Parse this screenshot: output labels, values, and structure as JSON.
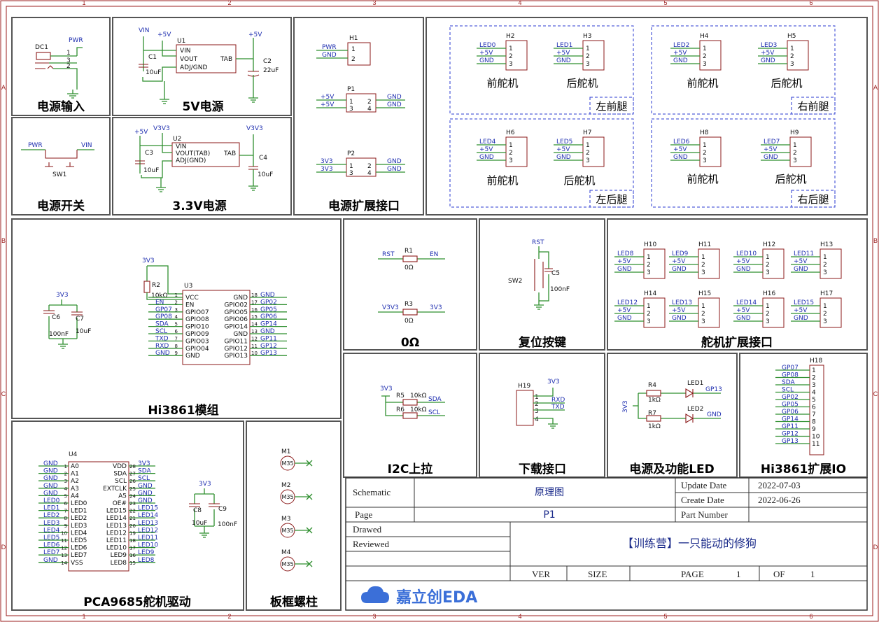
{
  "ruler": {
    "columns": [
      "1",
      "2",
      "3",
      "4",
      "5",
      "6"
    ],
    "rows": [
      "A",
      "B",
      "C",
      "D"
    ]
  },
  "blocks": {
    "power_input": "电源输入",
    "v5": "5V电源",
    "power_switch": "电源开关",
    "v33": "3.3V电源",
    "power_ext": "电源扩展接口",
    "zero_ohm": "0Ω",
    "reset": "复位按键",
    "servo_ext": "舵机扩展接口",
    "hi3861": "Hi3861模组",
    "i2c": "I2C上拉",
    "download": "下载接口",
    "power_led": "电源及功能LED",
    "hi3861_io": "Hi3861扩展IO",
    "pca9685": "PCA9685舵机驱动",
    "screws": "板框螺柱"
  },
  "legs": {
    "front": "前舵机",
    "rear": "后舵机",
    "left_front": "左前腿",
    "right_front": "右前腿",
    "left_rear": "左后腿",
    "right_rear": "右后腿"
  },
  "servo_headers": [
    {
      "ref": "H2",
      "led": "LED0"
    },
    {
      "ref": "H3",
      "led": "LED1"
    },
    {
      "ref": "H4",
      "led": "LED2"
    },
    {
      "ref": "H5",
      "led": "LED3"
    },
    {
      "ref": "H6",
      "led": "LED4"
    },
    {
      "ref": "H7",
      "led": "LED5"
    },
    {
      "ref": "H8",
      "led": "LED6"
    },
    {
      "ref": "H9",
      "led": "LED7"
    },
    {
      "ref": "H10",
      "led": "LED8"
    },
    {
      "ref": "H11",
      "led": "LED9"
    },
    {
      "ref": "H12",
      "led": "LED10"
    },
    {
      "ref": "H13",
      "led": "LED11"
    },
    {
      "ref": "H14",
      "led": "LED12"
    },
    {
      "ref": "H15",
      "led": "LED13"
    },
    {
      "ref": "H16",
      "led": "LED14"
    },
    {
      "ref": "H17",
      "led": "LED15"
    }
  ],
  "nets": {
    "p5v": "+5V",
    "gnd": "GND",
    "pwr": "PWR",
    "vin": "VIN",
    "v3v3": "3V3",
    "V3V3": "V3V3",
    "rst": "RST",
    "en": "EN",
    "sda": "SDA",
    "scl": "SCL",
    "rxd": "RXD",
    "txd": "TXD",
    "gp13": "GP13"
  },
  "components": {
    "dc1": "DC1",
    "u1": "U1",
    "c1": "C1",
    "c1v": "10uF",
    "c2": "C2",
    "c2v": "22uF",
    "sw1": "SW1",
    "u2": "U2",
    "c3": "C3",
    "c3v": "10uF",
    "c4": "C4",
    "c4v": "10uF",
    "h1": "H1",
    "p1": "P1",
    "p2": "P2",
    "r1": "R1",
    "r1v": "0Ω",
    "r3": "R3",
    "r3v": "0Ω",
    "sw2": "SW2",
    "c5": "C5",
    "c5v": "100nF",
    "r2": "R2",
    "r2v": "10kΩ",
    "u3": "U3",
    "c6": "C6",
    "c6v": "100nF",
    "c7": "C7",
    "c7v": "10uF",
    "r5": "R5",
    "r5v": "10kΩ",
    "r6": "R6",
    "r6v": "10kΩ",
    "h19": "H19",
    "r4": "R4",
    "r4v": "1kΩ",
    "r7": "R7",
    "r7v": "1kΩ",
    "led1": "LED1",
    "led2": "LED2",
    "h18": "H18",
    "u4": "U4",
    "c8": "C8",
    "c8v": "10uF",
    "c9": "C9",
    "c9v": "100nF",
    "m35": "M35",
    "m1": "M1",
    "m2": "M2",
    "m3": "M3",
    "m4": "M4"
  },
  "u1_pins": [
    "VIN",
    "VOUT",
    "ADJ/GND",
    "TAB"
  ],
  "u2_pins": [
    "VIN",
    "VOUT(TAB)",
    "ADJ(GND)",
    "TAB"
  ],
  "u3_left": [
    "VCC",
    "EN",
    "GPIO07",
    "GPIO08",
    "GPIO10",
    "GPIO09",
    "GPIO03",
    "GPIO04",
    "GND"
  ],
  "u3_left_nets": [
    "",
    "EN",
    "GP07",
    "GP08",
    "SDA",
    "SCL",
    "TXD",
    "RXD",
    "GND"
  ],
  "u3_right": [
    "GND",
    "GPIO02",
    "GPIO05",
    "GPIO06",
    "GPIO14",
    "GND",
    "GPIO11",
    "GPIO12",
    "GPIO13"
  ],
  "u3_right_nets": [
    "GND",
    "GP02",
    "GP05",
    "GP06",
    "GP14",
    "GND",
    "GP11",
    "GP12",
    "GP13"
  ],
  "u4_left": [
    "A0",
    "A1",
    "A2",
    "A3",
    "A4",
    "LED0",
    "LED1",
    "LED2",
    "LED3",
    "LED4",
    "LED5",
    "LED6",
    "LED7",
    "VSS"
  ],
  "u4_left_nets": [
    "GND",
    "GND",
    "GND",
    "GND",
    "GND",
    "LED0",
    "LED1",
    "LED2",
    "LED3",
    "LED4",
    "LED5",
    "LED6",
    "LED7",
    "GND"
  ],
  "u4_right": [
    "VDD",
    "SDA",
    "SCL",
    "EXTCLK",
    "A5",
    "OE#",
    "LED15",
    "LED14",
    "LED13",
    "LED12",
    "LED11",
    "LED10",
    "LED9",
    "LED8"
  ],
  "u4_right_nets": [
    "3V3",
    "SDA",
    "SCL",
    "GND",
    "GND",
    "GND",
    "LED15",
    "LED14",
    "LED13",
    "LED12",
    "LED11",
    "LED10",
    "LED9",
    "LED8"
  ],
  "h18_nets": [
    "GP07",
    "GP08",
    "SDA",
    "SCL",
    "GP02",
    "GP05",
    "GP06",
    "GP14",
    "GP11",
    "GP12",
    "GP13"
  ],
  "title_block": {
    "schematic": "Schematic",
    "schematic_value": "原理图",
    "page": "Page",
    "page_value": "P1",
    "drawed": "Drawed",
    "reviewed": "Reviewed",
    "project": "【训练营】一只能动的修狗",
    "update_date": "Update Date",
    "update_value": "2022-07-03",
    "create_date": "Create Date",
    "create_value": "2022-06-26",
    "part_number": "Part Number",
    "ver": "VER",
    "size": "SIZE",
    "page_label": "PAGE",
    "page_num": "1",
    "of": "OF",
    "of_num": "1",
    "logo": "嘉立创EDA"
  },
  "colors": {
    "wire": "#2f8f2f",
    "part": "#8b1a1a",
    "net": "#1f2fb0",
    "frame": "#555555"
  }
}
